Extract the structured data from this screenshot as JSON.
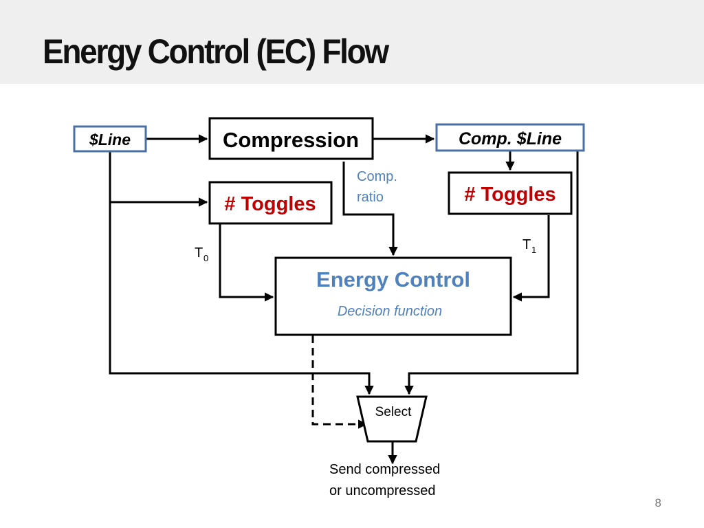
{
  "slide": {
    "title": "Energy Control (EC) Flow",
    "page_number": "8"
  },
  "diagram": {
    "line_box": "$Line",
    "compression_box": "Compression",
    "comp_line_box": "Comp. $Line",
    "toggles_left": "# Toggles",
    "toggles_right": "# Toggles",
    "comp_ratio_line1": "Comp.",
    "comp_ratio_line2": "ratio",
    "t0_base": "T",
    "t0_sub": "0",
    "t1_base": "T",
    "t1_sub": "1",
    "energy_control": "Energy Control",
    "decision_function": "Decision function",
    "select": "Select",
    "output_line1": "Send compressed",
    "output_line2": "or uncompressed"
  },
  "colors": {
    "title_bar": "#efefef",
    "toggles_red": "#c00000",
    "accent_blue": "#4f81bd",
    "box_border_blue": "#4a6fa5",
    "line_black": "#000000"
  }
}
